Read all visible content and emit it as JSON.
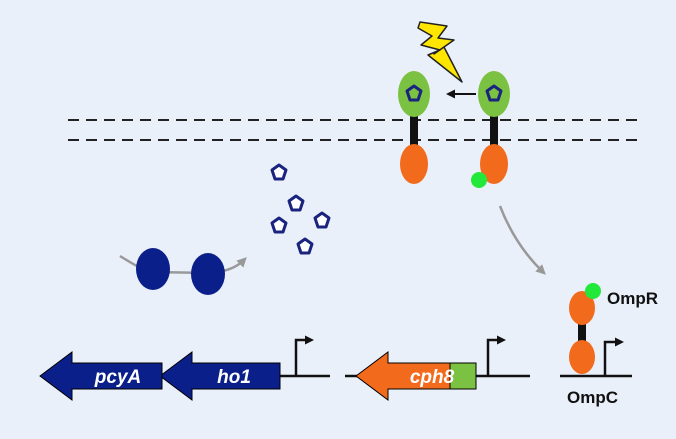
{
  "colors": {
    "background": "#eaf0fa",
    "receptor_sensor": "#7cc242",
    "receptor_kinase": "#f26a1b",
    "chromophore": "#1a237e",
    "phosphate": "#22e83a",
    "gene_dark": "#0b1f8a",
    "gene_orange": "#f26a1b",
    "membrane": "#222222",
    "arrow_gray": "#999999"
  },
  "icons": {
    "light": "lightning-bolt-icon",
    "chromophore": "pentagon-icon",
    "phosphate": "circle-icon",
    "promoter": "bent-arrow-icon"
  },
  "genes": {
    "pcyA": "pcyA",
    "ho1": "ho1",
    "cph8": "cph8"
  },
  "proteins": {
    "ompr": "OmpR",
    "ompc": "OmpC"
  }
}
